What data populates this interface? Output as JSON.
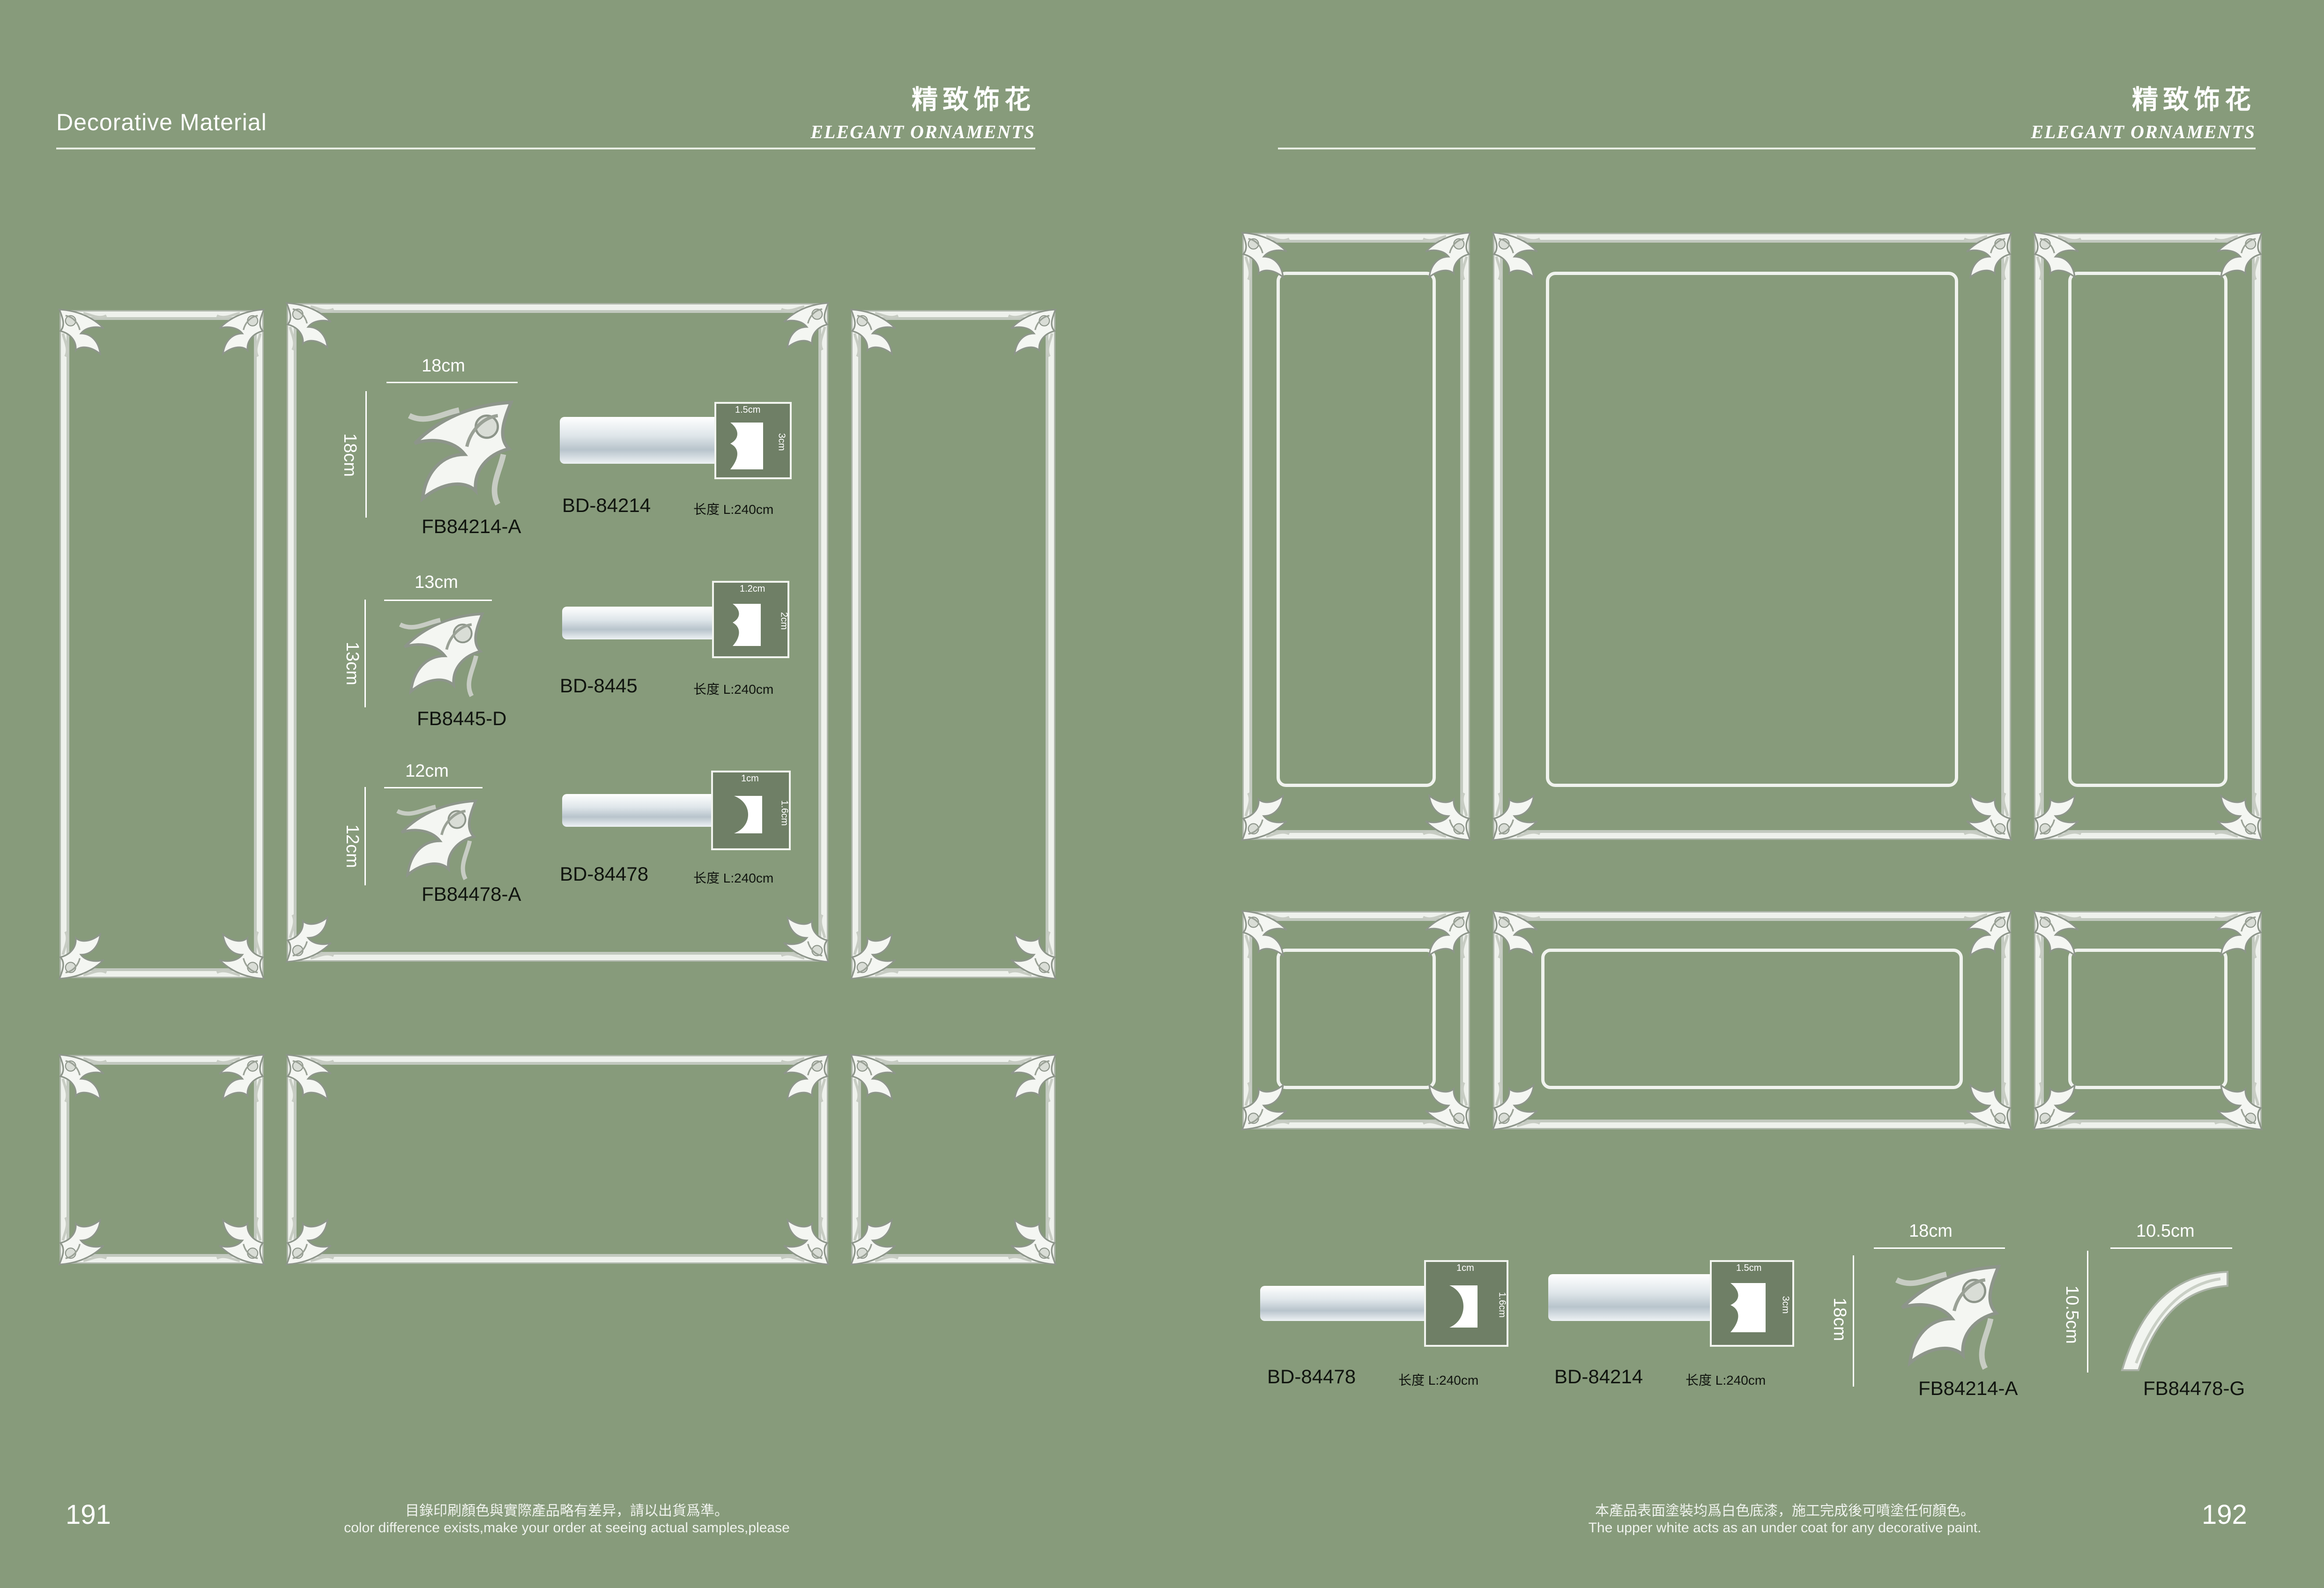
{
  "left_page": {
    "header_left": "Decorative Material",
    "header_cn": "精致饰花",
    "header_en": "ELEGANT ORNAMENTS",
    "page_number": "191",
    "note_cn": "目錄印刷顏色與實際產品略有差异，請以出貨爲準。",
    "note_en": "color difference exists,make your order at seeing actual samples,please",
    "products": [
      {
        "ornament": "FB84214-A",
        "ornament_w": "18cm",
        "ornament_h": "18cm",
        "molding": "BD-84214",
        "length": "长度 L:240cm",
        "profile_w": "1.5cm",
        "profile_h": "3cm"
      },
      {
        "ornament": "FB8445-D",
        "ornament_w": "13cm",
        "ornament_h": "13cm",
        "molding": "BD-8445",
        "length": "长度 L:240cm",
        "profile_w": "1.2cm",
        "profile_h": "2cm"
      },
      {
        "ornament": "FB84478-A",
        "ornament_w": "12cm",
        "ornament_h": "12cm",
        "molding": "BD-84478",
        "length": "长度 L:240cm",
        "profile_w": "1cm",
        "profile_h": "1.6cm"
      }
    ]
  },
  "right_page": {
    "header_cn": "精致饰花",
    "header_en": "ELEGANT ORNAMENTS",
    "page_number": "192",
    "note_cn": "本產品表面塗裝均爲白色底漆，施工完成後可噴塗任何顏色。",
    "note_en": "The upper white acts as an under coat for any decorative paint.",
    "products": [
      {
        "molding": "BD-84478",
        "length": "长度 L:240cm",
        "profile_w": "1cm",
        "profile_h": "1.6cm"
      },
      {
        "molding": "BD-84214",
        "length": "长度 L:240cm",
        "profile_w": "1.5cm",
        "profile_h": "3cm"
      },
      {
        "ornament": "FB84214-A",
        "ornament_w": "18cm",
        "ornament_h": "18cm"
      },
      {
        "ornament": "FB84478-G",
        "ornament_w": "10.5cm",
        "ornament_h": "10.5cm"
      }
    ]
  },
  "colors": {
    "background": "#879b7b",
    "frame": "#eef1ec",
    "text_dark": "#10140f"
  },
  "icons": [
    "corner-ornament-icon",
    "molding-profile-icon"
  ]
}
